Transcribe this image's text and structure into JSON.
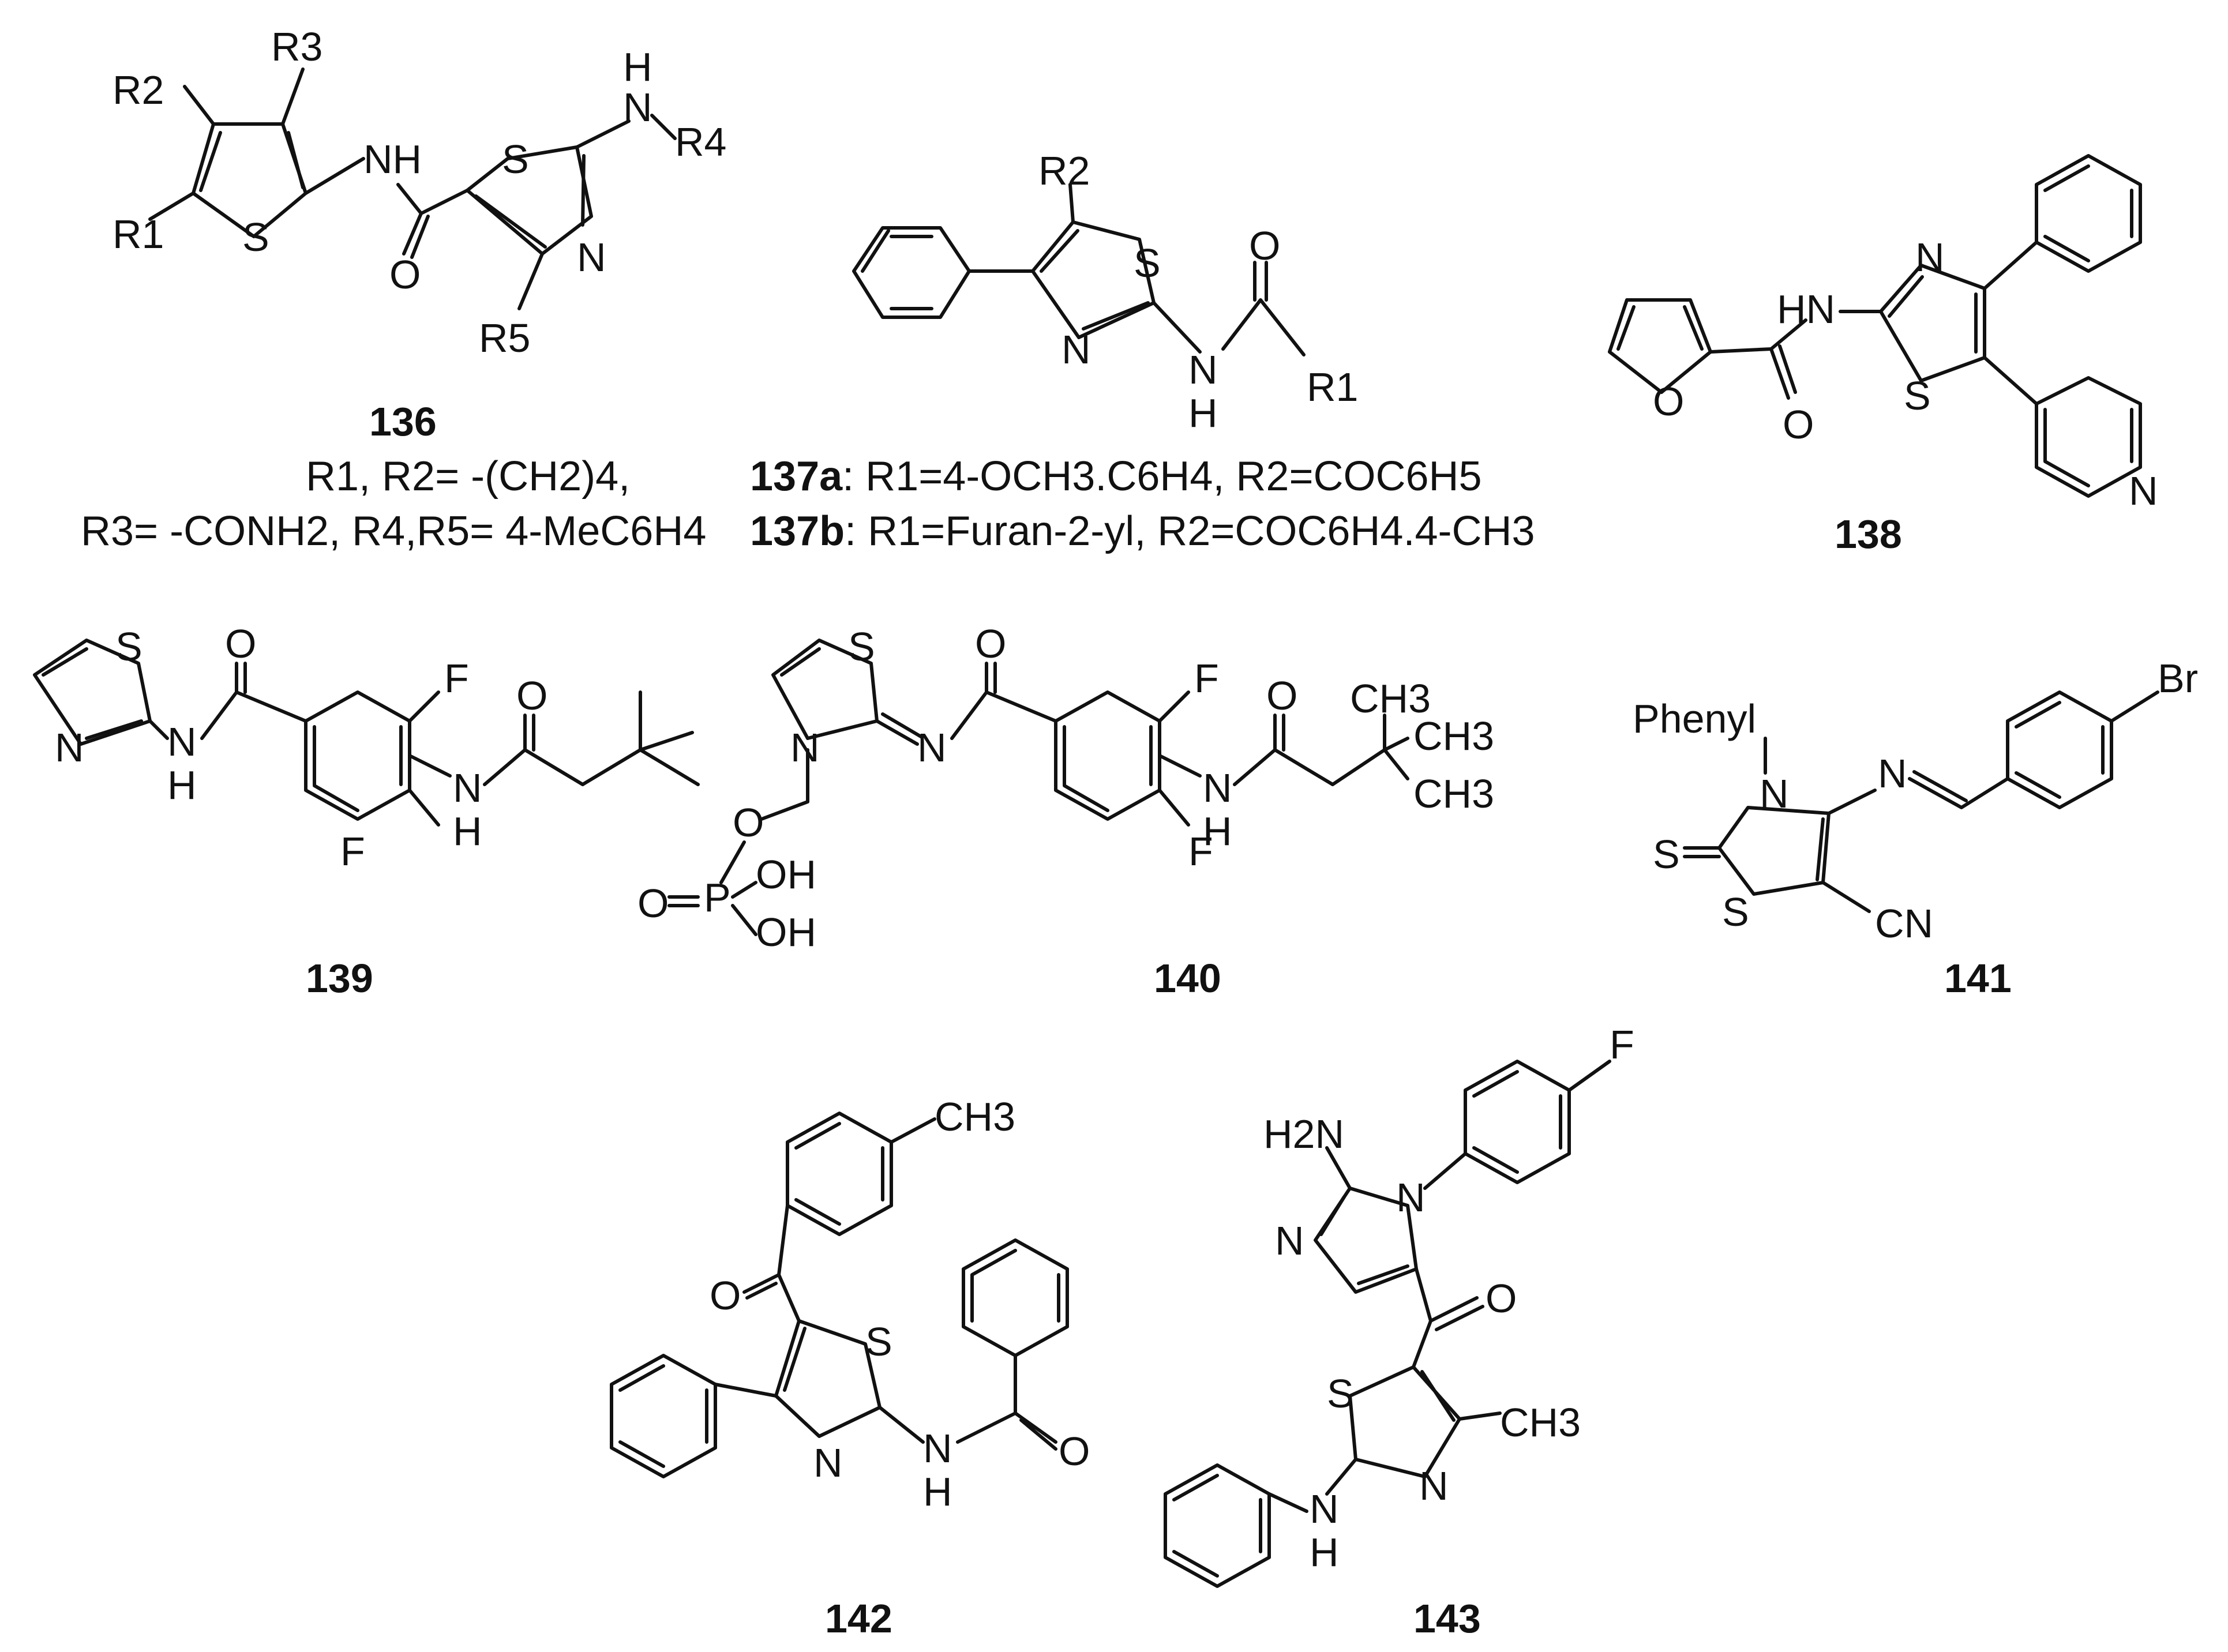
{
  "figure": {
    "compounds": [
      {
        "id": "136",
        "caption": "136",
        "atoms": {
          "r3": "R3",
          "r2": "R2",
          "r1": "R1",
          "s_thio": "S",
          "nh": "NH",
          "s_thz": "S",
          "n_h": "H",
          "n_n": "N",
          "r4": "R4",
          "n_ring": "N",
          "o": "O",
          "r5": "R5"
        },
        "substituents": [
          "R1, R2= -(CH2)4,",
          "R3= -CONH2, R4,R5= 4-MeC6H4"
        ]
      },
      {
        "id": "137",
        "atoms": {
          "r2": "R2",
          "s": "S",
          "n": "N",
          "o": "O",
          "nh_n": "N",
          "nh_h": "H",
          "r1": "R1"
        },
        "variants": [
          {
            "label": "137a",
            "text": ": R1=4-OCH3.C6H4, R2=COC6H5"
          },
          {
            "label": "137b",
            "text": ": R1=Furan-2-yl, R2=COC6H4.4-CH3"
          }
        ]
      },
      {
        "id": "138",
        "caption": "138",
        "atoms": {
          "o_furan": "O",
          "hn": "HN",
          "o_co": "O",
          "n_thz": "N",
          "s_thz": "S",
          "n_pyr": "N"
        }
      },
      {
        "id": "139",
        "caption": "139",
        "atoms": {
          "s": "S",
          "n": "N",
          "o1": "O",
          "nh1_n": "N",
          "nh1_h": "H",
          "f1": "F",
          "f2": "F",
          "o2": "O",
          "nh2_n": "N",
          "nh2_h": "H"
        }
      },
      {
        "id": "140",
        "caption": "140",
        "atoms": {
          "s": "S",
          "n_ring": "N",
          "n_imine": "N",
          "o1": "O",
          "o_link": "O",
          "p": "P",
          "o_dbl": "O",
          "oh1": "OH",
          "oh2": "OH",
          "f1": "F",
          "f2": "F",
          "o2": "O",
          "nh_n": "N",
          "nh_h": "H",
          "ch3a": "CH3",
          "ch3b": "CH3",
          "ch3c": "CH3"
        }
      },
      {
        "id": "141",
        "caption": "141",
        "atoms": {
          "phenyl": "Phenyl",
          "n_ring": "N",
          "n_imine": "N",
          "s_thione": "S",
          "s_ring": "S",
          "cn": "CN",
          "br": "Br"
        }
      },
      {
        "id": "142",
        "caption": "142",
        "atoms": {
          "ch3": "CH3",
          "o_ketone": "O",
          "s": "S",
          "n": "N",
          "nh_n": "N",
          "nh_h": "H",
          "o_amide": "O"
        }
      },
      {
        "id": "143",
        "caption": "143",
        "atoms": {
          "h2n": "H2N",
          "f": "F",
          "n_ring1": "N",
          "n_ring2": "N",
          "o": "O",
          "s": "S",
          "ch3": "CH3",
          "n_thz": "N",
          "nh_n": "N",
          "nh_h": "H"
        }
      }
    ]
  }
}
